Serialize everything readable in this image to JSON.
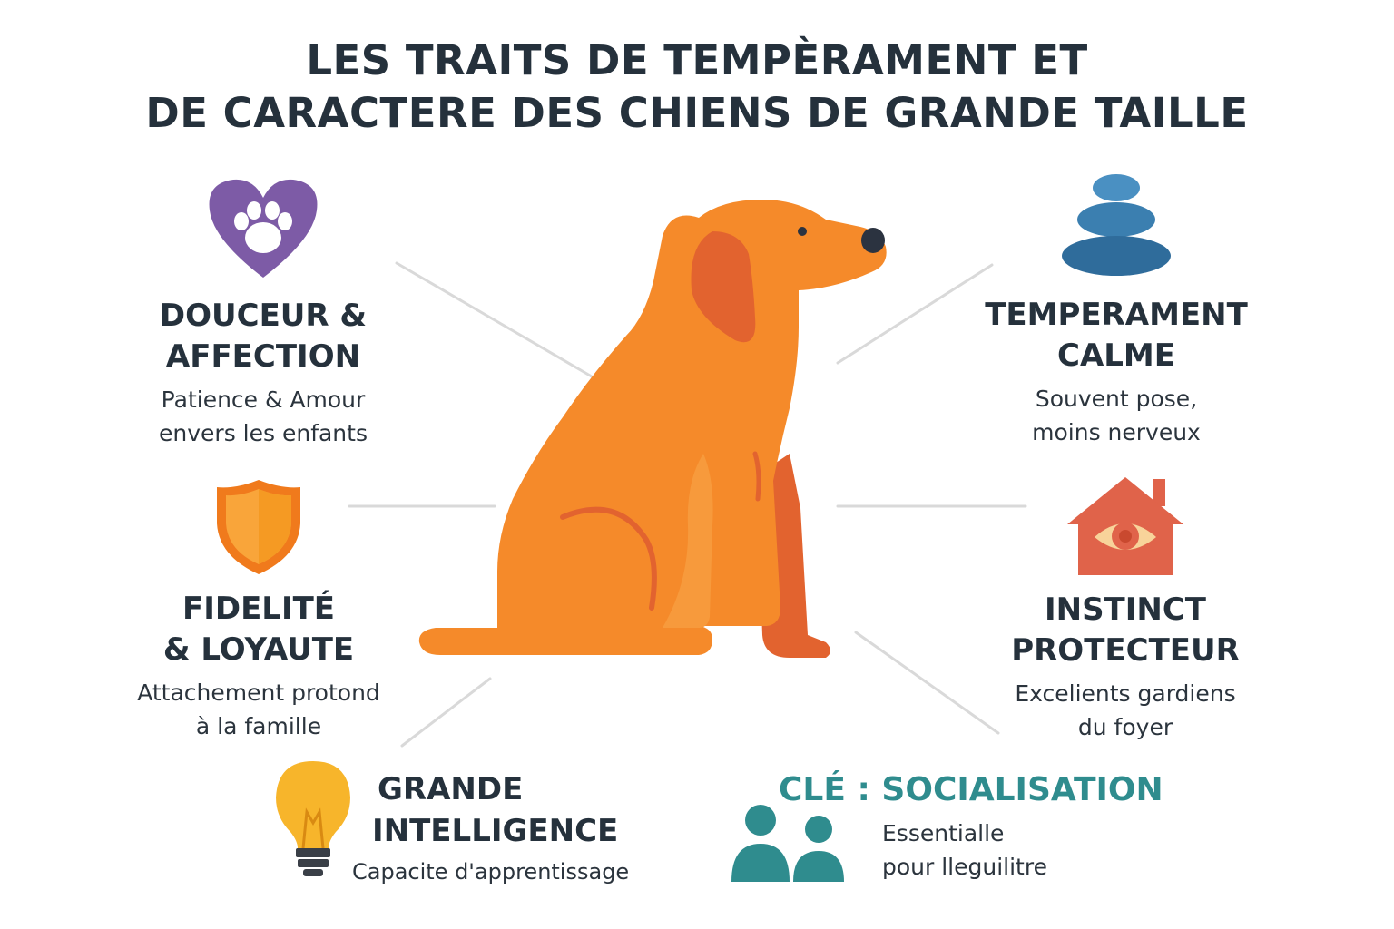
{
  "title": {
    "line1": "LES TRAITS DE TEMPÈRAMENT ET",
    "line2": "DE CARACTERE DES CHIENS DE GRANDE TAILLE"
  },
  "traits": {
    "douceur": {
      "title_line1": "DOUCEUR &",
      "title_line2": "AFFECTION",
      "desc_line1": "Patience & Amour",
      "desc_line2": "envers les enfants",
      "icon": "heart-paw-icon",
      "color": "#7d5ba6"
    },
    "temperament": {
      "title_line1": "TEMPERAMENT",
      "title_line2": "CALME",
      "desc_line1": "Souvent pose,",
      "desc_line2": "moins nerveux",
      "icon": "stacked-stones-icon",
      "color": "#3b7fb0"
    },
    "fidelite": {
      "title_line1": "FIDELITÉ",
      "title_line2": "& LOYAUTE",
      "desc_line1": "Attachement protond",
      "desc_line2": "à la famille",
      "icon": "shield-icon",
      "color": "#f59a23"
    },
    "instinct": {
      "title_line1": "INSTINCT",
      "title_line2": "PROTECTEUR",
      "desc_line1": "Excelients gardiens",
      "desc_line2": "du foyer",
      "icon": "house-eye-icon",
      "color": "#e0634a"
    },
    "intelligence": {
      "title_line1": "GRANDE",
      "title_line2": "INTELLIGENCE",
      "desc_line1": "Capacite d'apprentissage",
      "icon": "lightbulb-icon",
      "color": "#f7b52b"
    },
    "socialisation": {
      "title_line1": "CLÉ : SOCIALISATION",
      "desc_line1": "Essentialle",
      "desc_line2": "pour lleguilitre",
      "icon": "people-icon",
      "color": "#2f8c8e"
    }
  },
  "dog": {
    "icon": "sitting-dog-icon",
    "body_color": "#f58a2a",
    "shade_color": "#e2632f"
  }
}
